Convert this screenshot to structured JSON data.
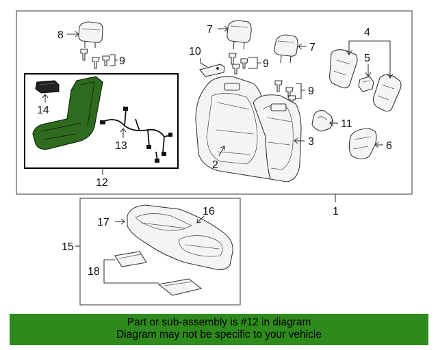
{
  "callouts": {
    "c1": "1",
    "c2": "2",
    "c3": "3",
    "c4": "4",
    "c5": "5",
    "c6": "6",
    "c7a": "7",
    "c7b": "7",
    "c8": "8",
    "c9a": "9",
    "c9b": "9",
    "c9c": "9",
    "c10": "10",
    "c11": "11",
    "c12": "12",
    "c13": "13",
    "c14": "14",
    "c15": "15",
    "c16": "16",
    "c17": "17",
    "c18": "18"
  },
  "banner": {
    "line1": "Part or sub-assembly is #12 in diagram",
    "line2": "Diagram may not be specific to your vehicle"
  },
  "colors": {
    "highlight_part": "#2f6b1e",
    "banner_bg": "#2e8a1c"
  }
}
